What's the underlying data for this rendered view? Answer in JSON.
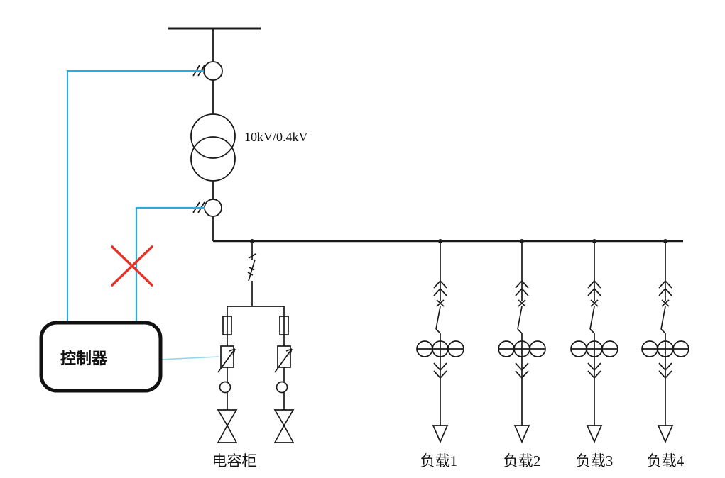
{
  "diagram": {
    "labels": {
      "transformer": "10kV/0.4kV",
      "controller": "控制器",
      "capacitor_bank": "电容柜"
    },
    "loads": [
      {
        "label": "负载1"
      },
      {
        "label": "负载2"
      },
      {
        "label": "负载3"
      },
      {
        "label": "负载4"
      }
    ],
    "colors": {
      "line": "#1a1a1a",
      "control_wire": "#29aae2",
      "fault_cross": "#e53227",
      "controller_link": "#8ed6ee"
    }
  }
}
